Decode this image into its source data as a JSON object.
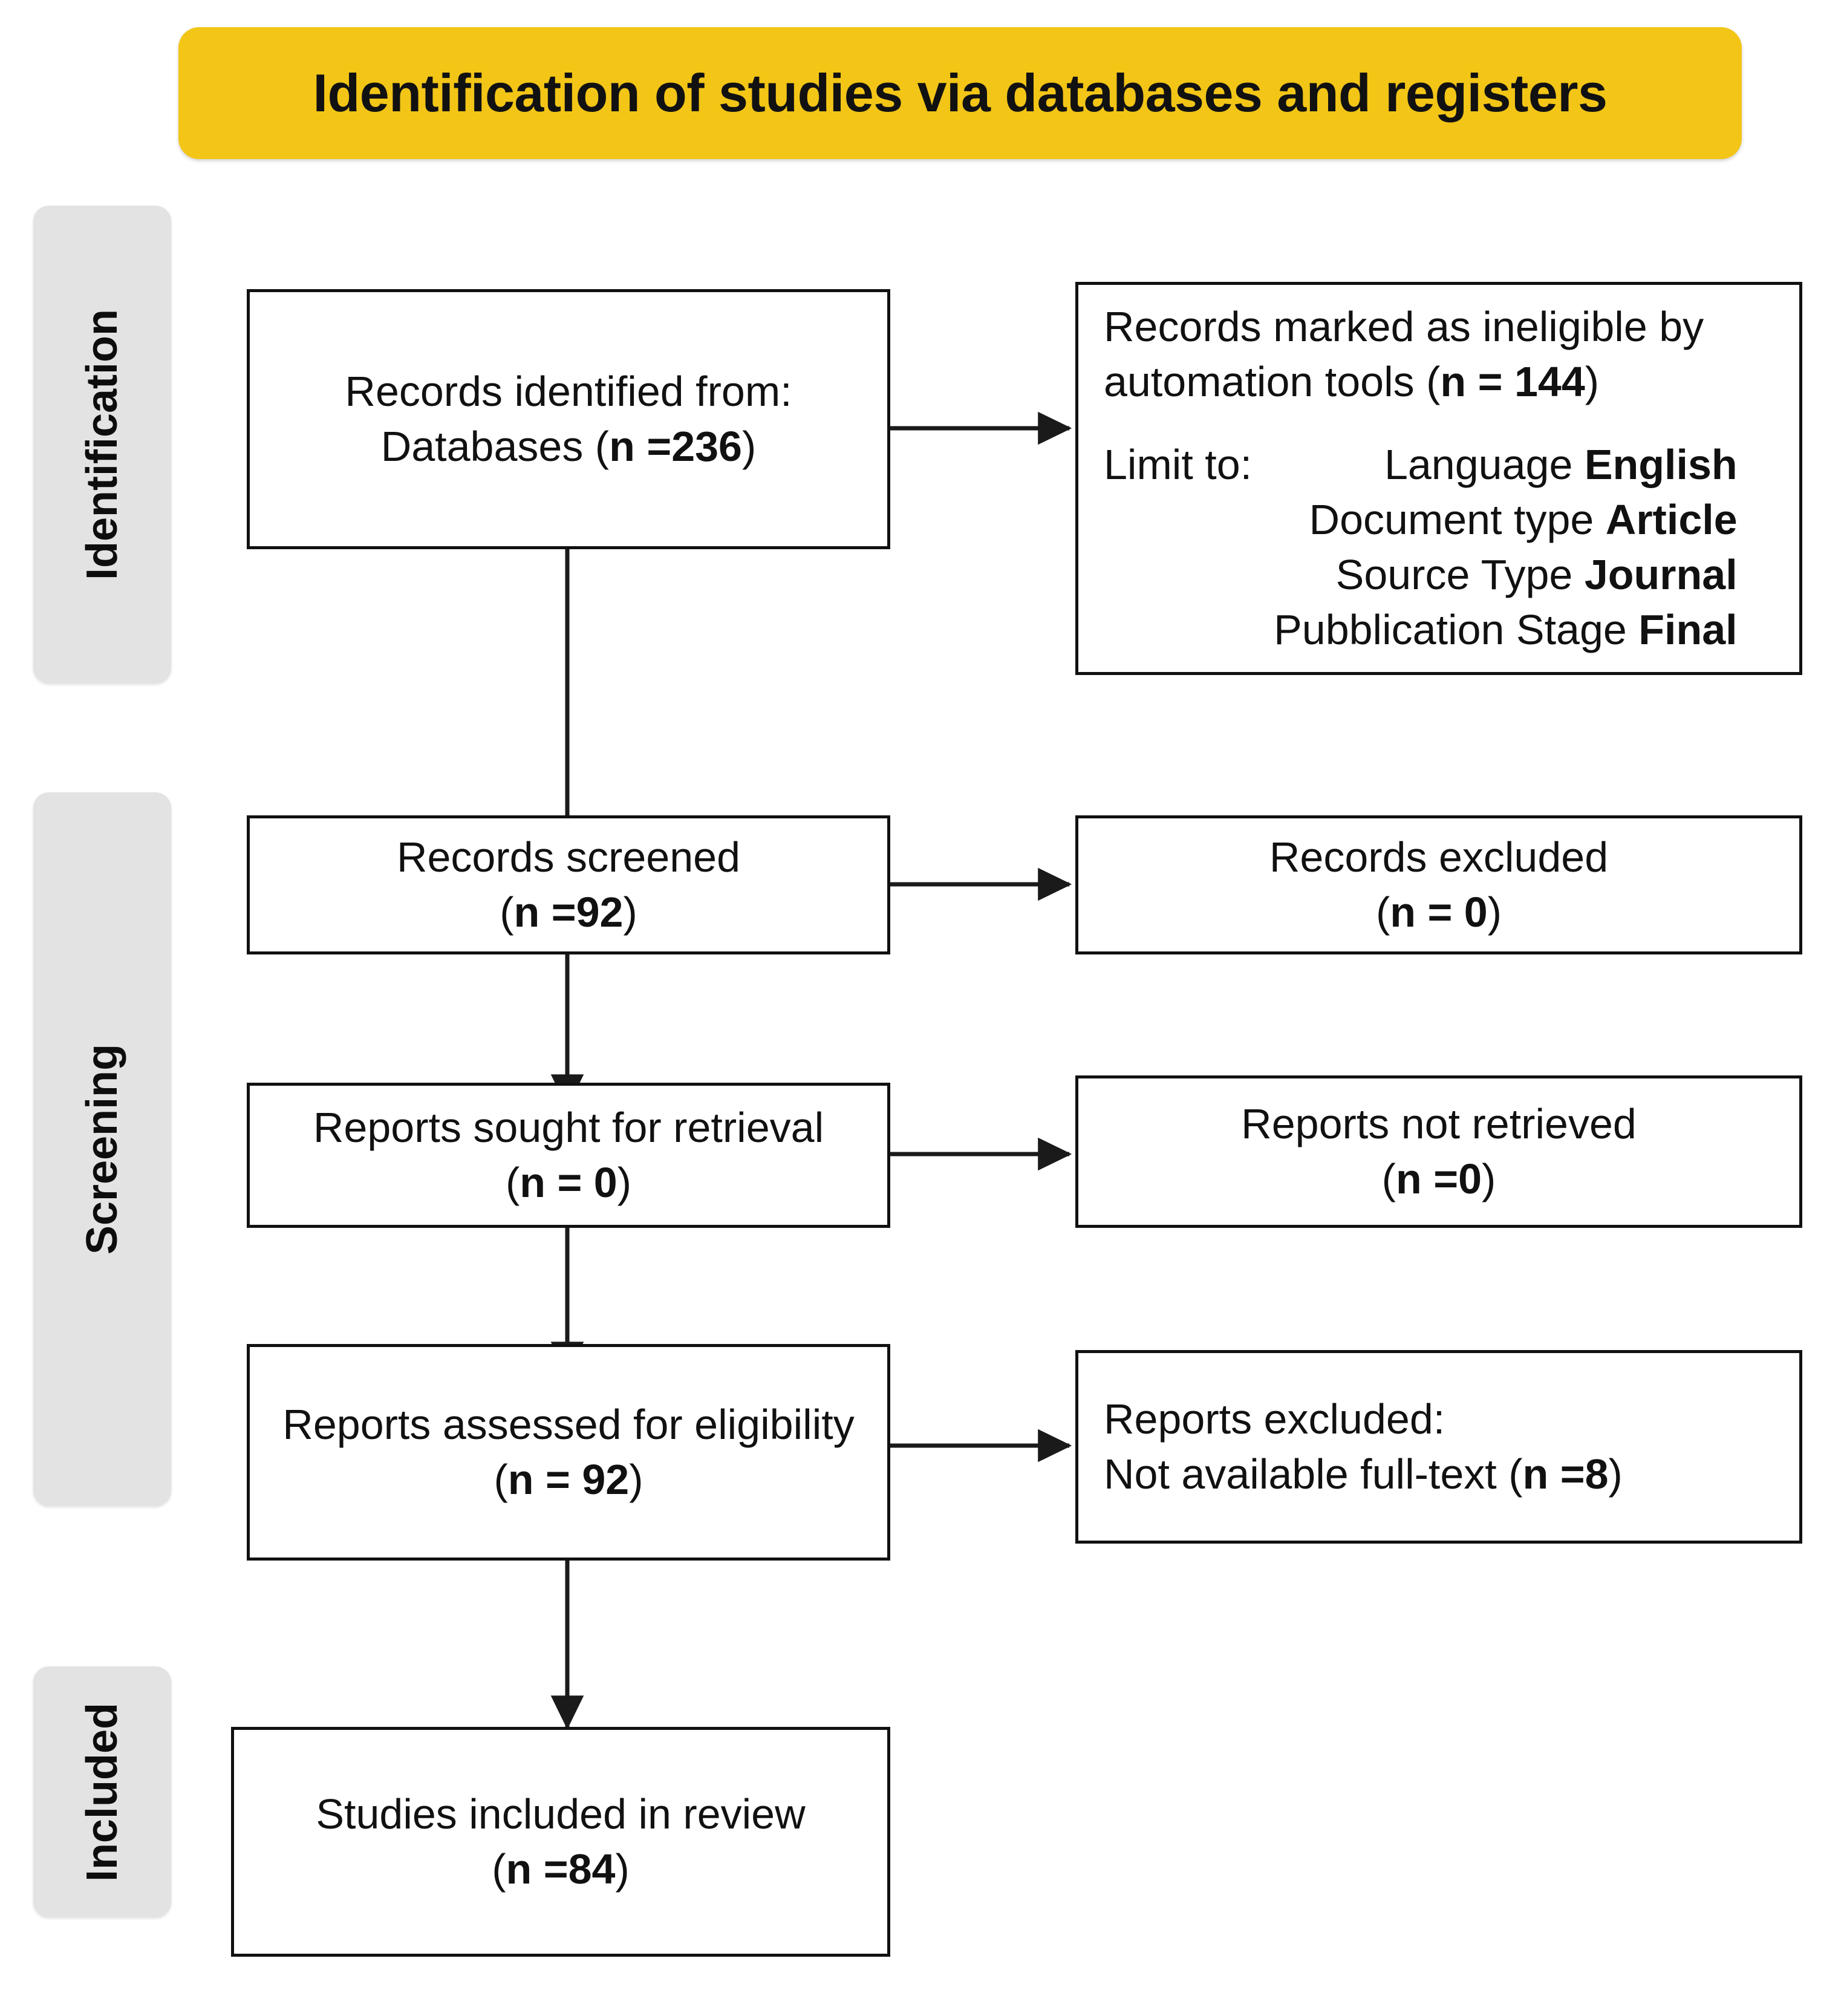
{
  "header": {
    "title": "Identification of studies via databases and registers",
    "accent_color": "#F2C517"
  },
  "stages": [
    {
      "label": "Identification"
    },
    {
      "label": "Screening"
    },
    {
      "label": "Included"
    }
  ],
  "flow": {
    "identification": {
      "source_box": {
        "line1": "Records identified from:",
        "line2_prefix": "Databases (",
        "line2_n": "n =236",
        "line2_suffix": ")"
      },
      "exclusion_box": {
        "line1": "Records marked as ineligible by",
        "line2_prefix": "automation tools (",
        "line2_n": "n = 144",
        "line2_suffix": ")",
        "limit_label": "Limit to:",
        "limits": [
          {
            "field": "Language ",
            "value": "English"
          },
          {
            "field": "Document type ",
            "value": "Article"
          },
          {
            "field": "Source Type ",
            "value": "Journal"
          },
          {
            "field": "Pubblication Stage ",
            "value": "Final"
          }
        ]
      }
    },
    "screening": {
      "screened_box": {
        "line1": "Records screened",
        "line2_prefix": "(",
        "line2_n": "n =92",
        "line2_suffix": ")"
      },
      "excluded_box": {
        "line1": "Records excluded",
        "line2_prefix": "(",
        "line2_n": "n = 0",
        "line2_suffix": ")"
      },
      "sought_box": {
        "line1": "Reports sought for retrieval",
        "line2_prefix": "(",
        "line2_n": "n = 0",
        "line2_suffix": ")"
      },
      "not_retrieved_box": {
        "line1": "Reports not retrieved",
        "line2_prefix": "(",
        "line2_n": "n =0",
        "line2_suffix": ")"
      },
      "assessed_box": {
        "line1": "Reports assessed  for eligibility",
        "line2_prefix": "(",
        "line2_n": "n = 92",
        "line2_suffix": ")"
      },
      "reports_excluded_box": {
        "line1": "Reports excluded:",
        "line2_prefix": "Not available full-text (",
        "line2_n": "n =8",
        "line2_suffix": ")"
      }
    },
    "included": {
      "included_box": {
        "line1": "Studies included in review",
        "line2_prefix": "(",
        "line2_n": "n =84",
        "line2_suffix": ")"
      }
    }
  }
}
